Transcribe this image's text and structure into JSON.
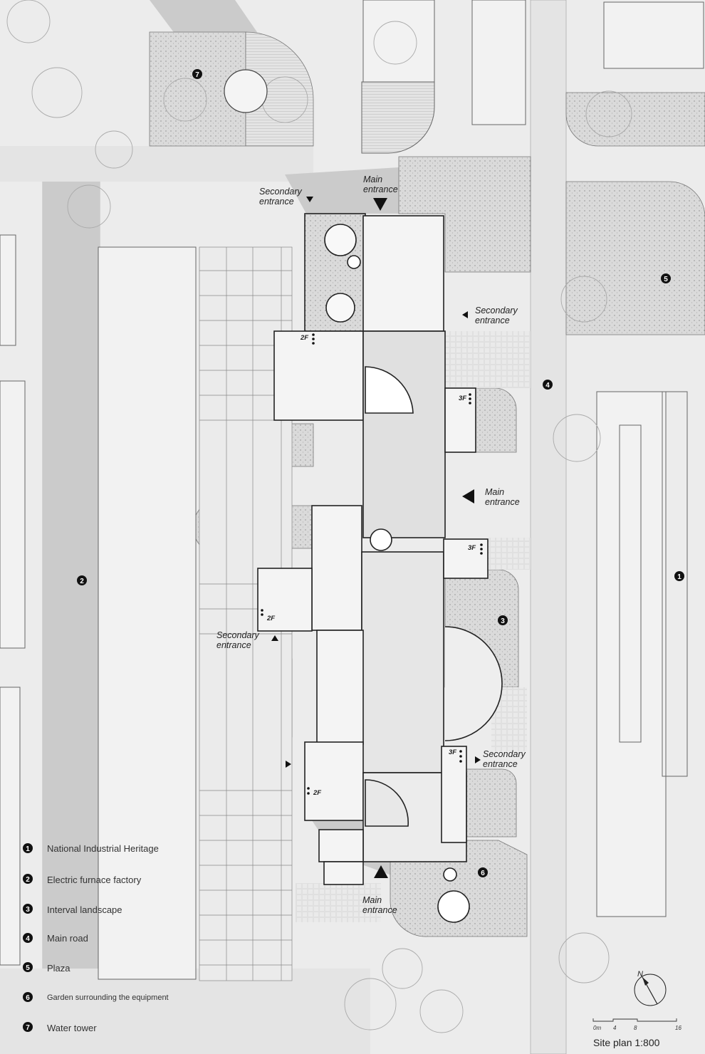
{
  "entrances": {
    "main_top": [
      "Main",
      "entrance"
    ],
    "main_right": [
      "Main",
      "entrance"
    ],
    "main_bottom": [
      "Main",
      "entrance"
    ],
    "secondary_top_left": [
      "Secondary",
      "entrance"
    ],
    "secondary_top_right": [
      "Secondary",
      "entrance"
    ],
    "secondary_mid_left": [
      "Secondary",
      "entrance"
    ],
    "secondary_bottom_right": [
      "Secondary",
      "entrance"
    ]
  },
  "floor_tags": {
    "t1": "2F",
    "t2": "3F",
    "t3": "3F",
    "t4": "2F",
    "t5": "3F",
    "t6": "2F"
  },
  "markers": {
    "m1": "1",
    "m2": "2",
    "m3": "3",
    "m4": "4",
    "m5": "5",
    "m6": "6",
    "m7": "7"
  },
  "legend": [
    {
      "num": "1",
      "label": "National Industrial Heritage"
    },
    {
      "num": "2",
      "label": "Electric furnace factory"
    },
    {
      "num": "3",
      "label": "Interval landscape"
    },
    {
      "num": "4",
      "label": "Main road"
    },
    {
      "num": "5",
      "label": "Plaza"
    },
    {
      "num": "6",
      "label": "Garden surrounding the equipment"
    },
    {
      "num": "7",
      "label": "Water tower"
    }
  ],
  "north": "N",
  "scale_ticks": [
    "0m",
    "4",
    "8",
    "16"
  ],
  "title": "Site plan 1:800",
  "colors": {
    "ground": "#ececec",
    "road": "#e3e3e3",
    "shadow": "#c9c9c9",
    "building": "#f3f3f3",
    "green": "#d9d9d9",
    "line": "#555555"
  }
}
